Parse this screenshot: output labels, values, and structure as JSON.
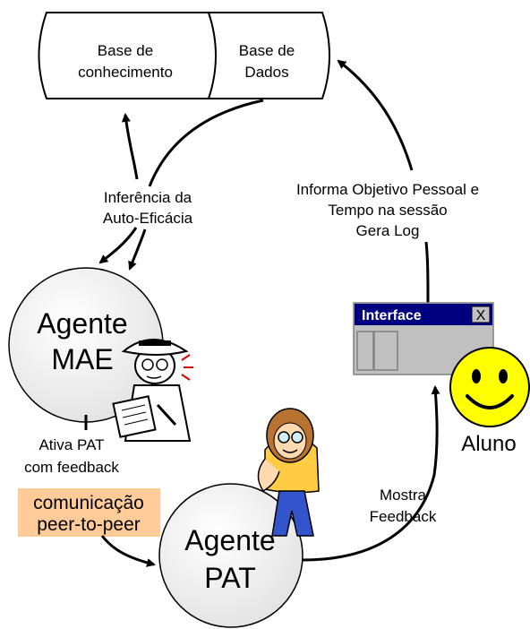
{
  "storage": {
    "knowledge_base": [
      "Base de",
      "conhecimento"
    ],
    "database": [
      "Base de",
      "Dados"
    ]
  },
  "labels": {
    "inference": [
      "Inferência da",
      "Auto-Eficácia"
    ],
    "inform": [
      "Informa Objetivo Pessoal e",
      "Tempo na sessão",
      "Gera Log"
    ],
    "activate": [
      "Ativa PAT",
      "com  feedback"
    ],
    "p2p": [
      "comunicação",
      "peer-to-peer"
    ],
    "show_feedback": [
      "Mostra",
      "Feedback"
    ]
  },
  "agents": {
    "mae": [
      "Agente",
      "MAE"
    ],
    "pat": [
      "Agente",
      "PAT"
    ]
  },
  "interface_window": {
    "title": "Interface",
    "close": "X"
  },
  "student": {
    "label": "Aluno"
  },
  "colors": {
    "p2p_box": "#ffcc99",
    "window_title": "#000080",
    "window_body": "#c0c0c0",
    "smiley": "#ffff00",
    "agent_fill": "#f2f2f2"
  }
}
